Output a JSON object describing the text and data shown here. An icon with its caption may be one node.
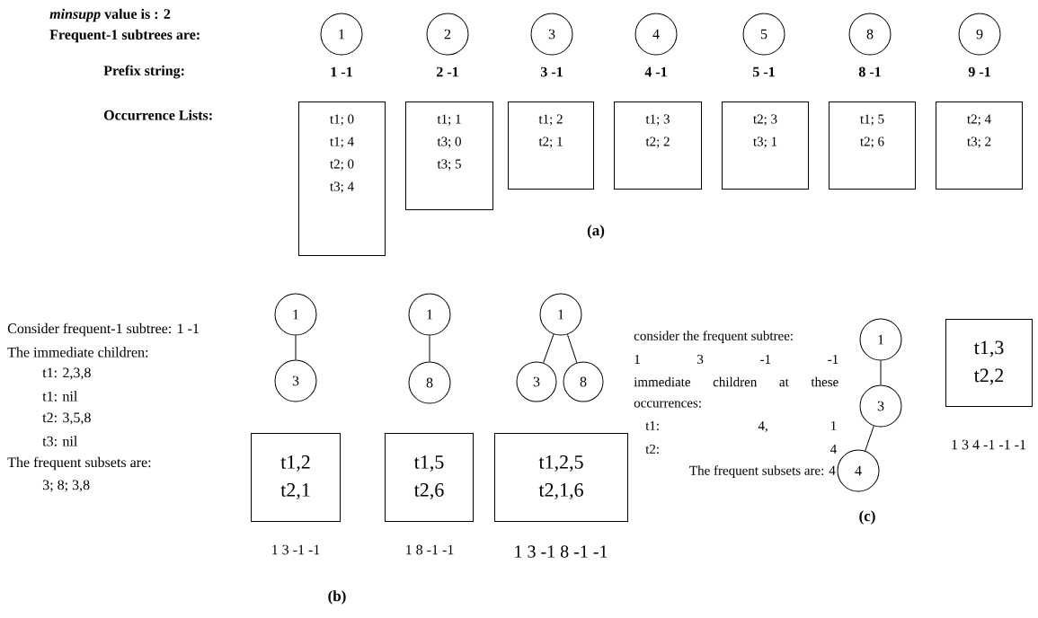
{
  "diagram": {
    "nodes": [
      {
        "text": [
          "1"
        ],
        "beside": [
          "1 -1"
        ]
      },
      {
        "text": [
          "2"
        ],
        "beside": [
          "2 -1"
        ]
      },
      {
        "text": [
          "3"
        ],
        "beside": [
          "3 -1"
        ]
      },
      {
        "text": [
          "4"
        ],
        "beside": [
          "4 -1"
        ]
      },
      {
        "text": [
          "5"
        ],
        "beside": [
          "5 -1"
        ]
      },
      {
        "text": [
          "8"
        ],
        "beside": [
          "8 -1"
        ]
      },
      {
        "text": [
          "9"
        ],
        "beside": [
          "9 -1"
        ]
      },
      {
        "text": [
          "t1; 0",
          "t1; 4",
          "t2; 0",
          "t3; 4"
        ]
      },
      {
        "text": [
          "t1; 1",
          "t3; 0",
          "t3; 5"
        ]
      },
      {
        "text": [
          "t1; 2",
          "t2; 1"
        ]
      },
      {
        "text": [
          "t1; 3",
          "t2; 2"
        ]
      },
      {
        "text": [
          "t2; 3",
          "t3; 1"
        ]
      },
      {
        "text": [
          "t1; 5",
          "t2; 6"
        ]
      },
      {
        "text": [
          "t2; 4",
          "t3; 2"
        ]
      },
      {
        "text": [
          "1"
        ]
      },
      {
        "text": [
          "3"
        ]
      },
      {
        "text": [
          "1"
        ]
      },
      {
        "text": [
          "8"
        ]
      },
      {
        "text": [
          "1"
        ]
      },
      {
        "text": [
          "3"
        ]
      },
      {
        "text": [
          "8"
        ]
      },
      {
        "text": [
          "t1,2",
          "t2,1"
        ],
        "beside": [
          "1 3 -1 -1"
        ]
      },
      {
        "text": [
          "t1,5",
          "t2,6"
        ],
        "beside": [
          "1 8 -1 -1"
        ]
      },
      {
        "text": [
          "t1,2,5",
          "t2,1,6"
        ],
        "beside": [
          "1 3 -1 8 -1 -1"
        ]
      },
      {
        "text": [
          "1"
        ]
      },
      {
        "text": [
          "3"
        ]
      },
      {
        "text": [
          "4"
        ]
      },
      {
        "text": [
          "t1,3",
          "t2,2"
        ],
        "beside": [
          "1 3 4 -1 -1 -1"
        ]
      }
    ],
    "edges": [
      {
        "from": 14,
        "to": 15,
        "arrow": "none"
      },
      {
        "from": 16,
        "to": 17,
        "arrow": "none"
      },
      {
        "from": 18,
        "to": 19,
        "arrow": "none"
      },
      {
        "from": 18,
        "to": 20,
        "arrow": "none"
      },
      {
        "from": 24,
        "to": 25,
        "arrow": "none"
      },
      {
        "from": 25,
        "to": 26,
        "arrow": "none"
      }
    ],
    "labels": [
      "*minsupp* value is : 2",
      "Frequent-1 subtrees are:",
      "Prefix string:",
      "Occurrence Lists:",
      "(a)",
      "Consider frequent-1 subtree: 1 -1",
      "The immediate children:",
      "t1: 2,3,8",
      "t1: nil",
      "t2: 3,5,8",
      "t3: nil",
      "The frequent subsets are:",
      "3; 8; 3,8",
      "(b)",
      "consider the frequent subtree:",
      "1 3 -1 -1",
      "immediate children at these",
      "occurrences:",
      "t1: 4, 1",
      "t2: 4",
      "The frequent subsets are: 4",
      "(c)"
    ]
  }
}
